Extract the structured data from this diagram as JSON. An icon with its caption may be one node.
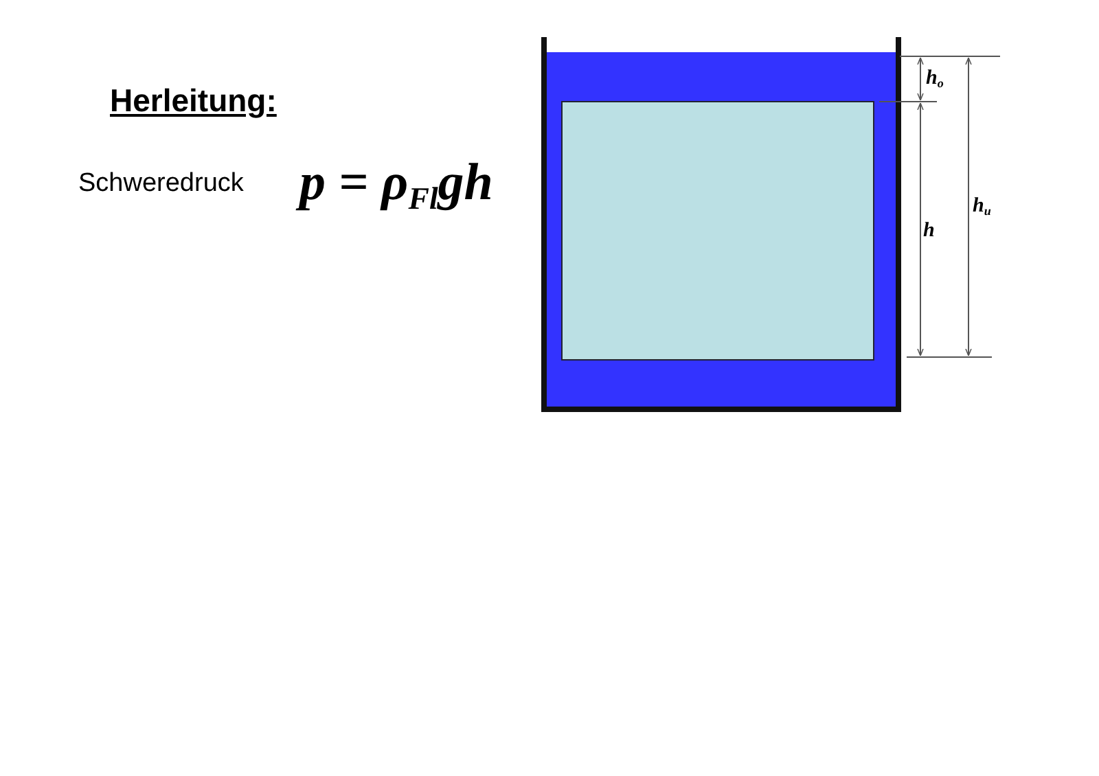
{
  "diagram": {
    "title": "Herleitung:",
    "labels": [
      "Schweredruck",
      "p = ρ$_{Fl}$gh",
      "h$_{o}$",
      "h",
      "h$_{u}$"
    ]
  }
}
